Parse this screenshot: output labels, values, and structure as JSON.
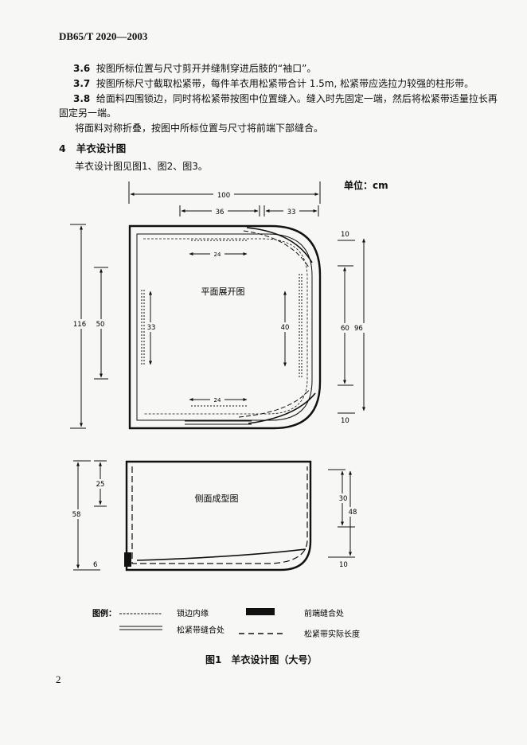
{
  "header": "DB65/T 2020—2003",
  "items": [
    {
      "num": "3.6",
      "text": "按图所标位置与尺寸剪开并缝制穿进后肢的“袖口”。"
    },
    {
      "num": "3.7",
      "text": "按图所标尺寸截取松紧带，每件羊衣用松紧带合计 1.5m, 松紧带应选拉力较强的柱形带。"
    },
    {
      "num": "3.8",
      "text": "给面料四围锁边，同时将松紧带按图中位置缝入。缝入时先固定一端，然后将松紧带适量拉长再",
      "cont": "固定另一端。"
    }
  ],
  "para": "将面料对称折叠，按图中所标位置与尺寸将前端下部缝合。",
  "section": {
    "num": "4",
    "title": "羊衣设计图"
  },
  "intro": "羊衣设计图见图1、图2、图3。",
  "unit_label": "单位：cm",
  "figure": {
    "top_view": {
      "label": "平面展开图",
      "dims": {
        "width_total": "100",
        "width_left": "36",
        "width_right": "33",
        "height_total": "116",
        "height_left_inner": "50",
        "inner_left": "33",
        "inner_right": "40",
        "right_total": "96",
        "right_mid": "60",
        "right_top": "10",
        "right_bottom": "10",
        "top_seg": "24",
        "bottom_seg": "24"
      }
    },
    "side_view": {
      "label": "侧面成型图",
      "dims": {
        "height_total": "58",
        "height_top": "25",
        "bottom_left": "6",
        "right_total": "48",
        "right_top": "30",
        "right_bottom": "10"
      }
    },
    "legend": {
      "title": "图例：",
      "hem": "锁边内缘",
      "front_seam": "前端缝合处",
      "elastic_seam": "松紧带缝合处",
      "elastic_length": "松紧带实际长度"
    },
    "caption": "图1　羊衣设计图（大号）"
  },
  "page_number": "2"
}
